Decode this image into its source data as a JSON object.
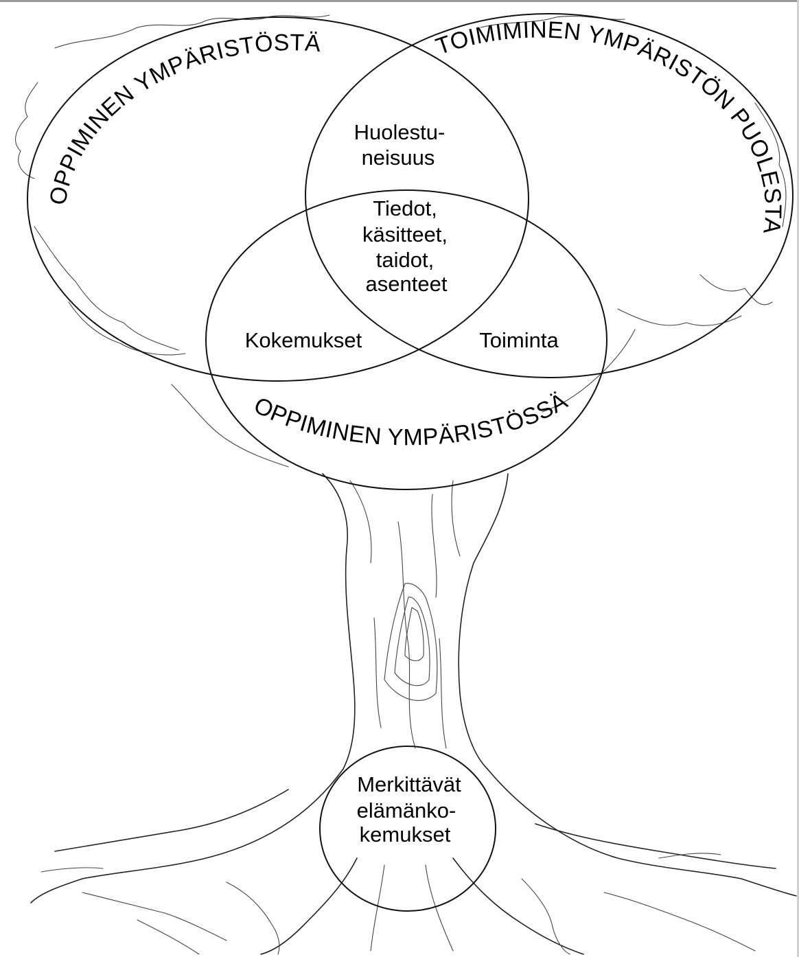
{
  "diagram": {
    "outer_labels": {
      "top_left": "OPPIMINEN YMPÄRISTÖSTÄ",
      "top_right": "TOIMIMINEN YMPÄRISTÖN PUOLESTA",
      "bottom": "OPPIMINEN YMPÄRISTÖSSÄ"
    },
    "regions": {
      "top": [
        "Huolestu-",
        "neisuus"
      ],
      "center": [
        "Tiedot,",
        "käsitteet,",
        "taidot,",
        "asenteet"
      ],
      "left": "Kokemukset",
      "right": "Toiminta"
    },
    "roots": [
      "Merkittävät",
      "elämänko-",
      "kemukset"
    ]
  }
}
